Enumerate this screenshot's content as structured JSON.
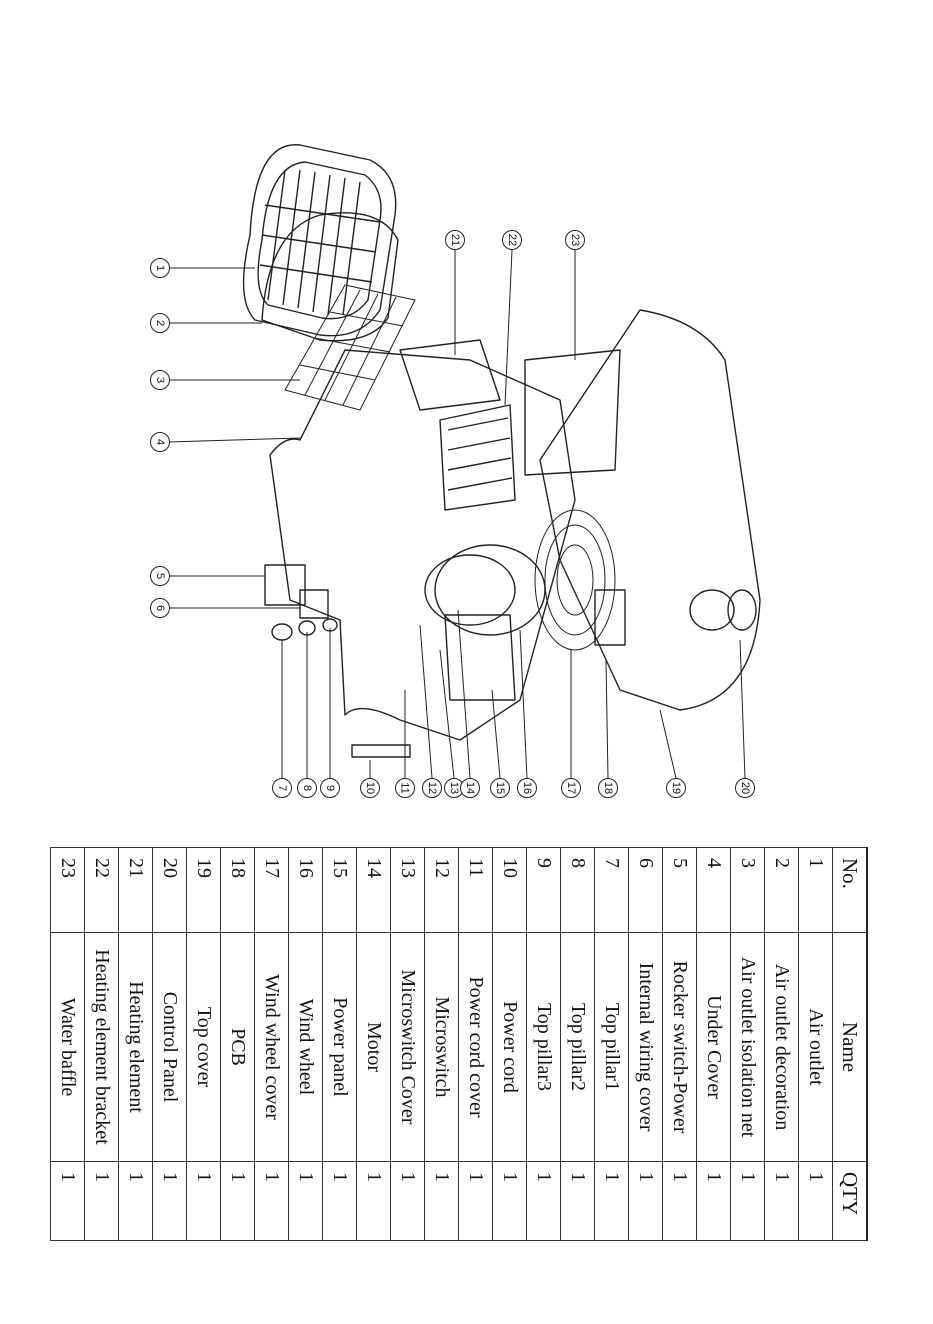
{
  "callouts": [
    "1",
    "2",
    "3",
    "4",
    "5",
    "6",
    "7",
    "8",
    "9",
    "10",
    "11",
    "12",
    "13",
    "14",
    "15",
    "16",
    "17",
    "18",
    "19",
    "20",
    "21",
    "22",
    "23"
  ],
  "table": {
    "headers": {
      "no": "No.",
      "name": "Name",
      "qty": "QTY"
    },
    "rows": [
      {
        "no": "1",
        "name": "Air outlet",
        "qty": "1"
      },
      {
        "no": "2",
        "name": "Air outlet decoration",
        "qty": "1"
      },
      {
        "no": "3",
        "name": "Air outlet isolation net",
        "qty": "1"
      },
      {
        "no": "4",
        "name": "Under Cover",
        "qty": "1"
      },
      {
        "no": "5",
        "name": "Rocker switch-Power",
        "qty": "1"
      },
      {
        "no": "6",
        "name": "Internal wiring cover",
        "qty": "1"
      },
      {
        "no": "7",
        "name": "Top pillar1",
        "qty": "1"
      },
      {
        "no": "8",
        "name": "Top pillar2",
        "qty": "1"
      },
      {
        "no": "9",
        "name": "Top pillar3",
        "qty": "1"
      },
      {
        "no": "10",
        "name": "Power cord",
        "qty": "1"
      },
      {
        "no": "11",
        "name": "Power cord cover",
        "qty": "1"
      },
      {
        "no": "12",
        "name": "Microswitch",
        "qty": "1"
      },
      {
        "no": "13",
        "name": "Microswitch Cover",
        "qty": "1"
      },
      {
        "no": "14",
        "name": "Motor",
        "qty": "1"
      },
      {
        "no": "15",
        "name": "Power panel",
        "qty": "1"
      },
      {
        "no": "16",
        "name": "Wind wheel",
        "qty": "1"
      },
      {
        "no": "17",
        "name": "Wind wheel cover",
        "qty": "1"
      },
      {
        "no": "18",
        "name": "PCB",
        "qty": "1"
      },
      {
        "no": "19",
        "name": "Top cover",
        "qty": "1"
      },
      {
        "no": "20",
        "name": "Control Panel",
        "qty": "1"
      },
      {
        "no": "21",
        "name": "Heating element",
        "qty": "1"
      },
      {
        "no": "22",
        "name": "Heating element bracket",
        "qty": "1"
      },
      {
        "no": "23",
        "name": "Water baffle",
        "qty": "1"
      }
    ]
  }
}
